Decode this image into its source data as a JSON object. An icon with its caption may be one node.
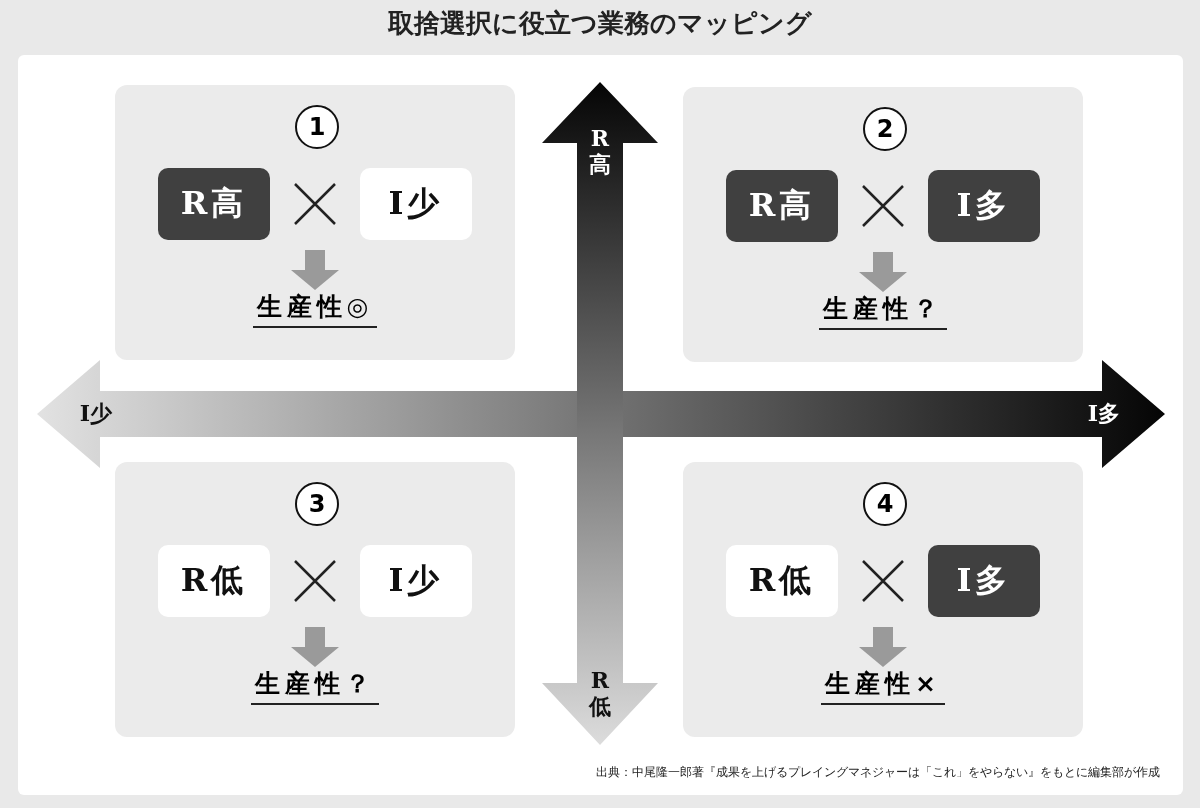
{
  "diagram": {
    "title": "取捨選択に役立つ業務のマッピング",
    "nodes": [
      {
        "text": [],
        "shape": "box"
      },
      {
        "text": [
          "1"
        ],
        "in": 0
      },
      {
        "text": [
          "R高"
        ],
        "in": 0
      },
      {
        "text": [
          "I少"
        ],
        "in": 0
      },
      {
        "text": [
          "生産性◎"
        ],
        "in": 0
      },
      {
        "text": [],
        "shape": "box"
      },
      {
        "text": [
          "2"
        ],
        "in": 5
      },
      {
        "text": [
          "R高"
        ],
        "in": 5
      },
      {
        "text": [
          "I多"
        ],
        "in": 5
      },
      {
        "text": [
          "生産性？"
        ],
        "in": 5
      },
      {
        "text": [],
        "shape": "box"
      },
      {
        "text": [
          "3"
        ],
        "in": 10
      },
      {
        "text": [
          "R低"
        ],
        "in": 10
      },
      {
        "text": [
          "I少"
        ],
        "in": 10
      },
      {
        "text": [
          "生産性？"
        ],
        "in": 10
      },
      {
        "text": [],
        "shape": "box"
      },
      {
        "text": [
          "4"
        ],
        "in": 15
      },
      {
        "text": [
          "R低"
        ],
        "in": 15
      },
      {
        "text": [
          "I多"
        ],
        "in": 15
      },
      {
        "text": [
          "生産性×"
        ],
        "in": 15
      }
    ],
    "edges": [
      {
        "from": null,
        "to": 4,
        "arrow": "to"
      },
      {
        "from": null,
        "to": 9,
        "arrow": "to"
      },
      {
        "from": null,
        "to": 14,
        "arrow": "to"
      },
      {
        "from": null,
        "to": 19,
        "arrow": "to"
      }
    ],
    "labels": [
      "R高",
      "I少",
      "I多",
      "R低",
      "出典：中尾隆一郎著『成果を上げるプレイングマネジャーは「これ」をやらない』をもとに編集部が作成"
    ]
  }
}
